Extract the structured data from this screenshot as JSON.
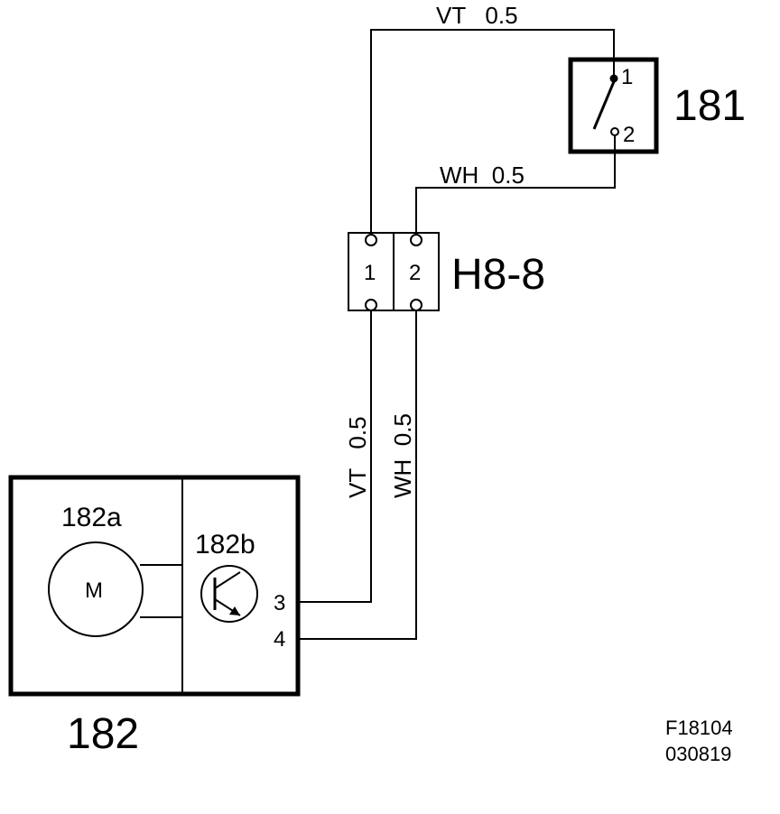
{
  "wires": {
    "top_vt": "VT   0.5",
    "top_wh": "WH  0.5",
    "down_vt": "VT   0.5",
    "down_wh": "WH  0.5"
  },
  "switch": {
    "label": "181",
    "pin1": "1",
    "pin2": "2"
  },
  "connector": {
    "label": "H8-8",
    "pin1": "1",
    "pin2": "2"
  },
  "control_unit": {
    "label": "182",
    "motor_label": "182a",
    "motor_symbol": "M",
    "driver_label": "182b",
    "pin3": "3",
    "pin4": "4"
  },
  "footer": {
    "figure_code": "F18104",
    "date_code": "030819"
  }
}
